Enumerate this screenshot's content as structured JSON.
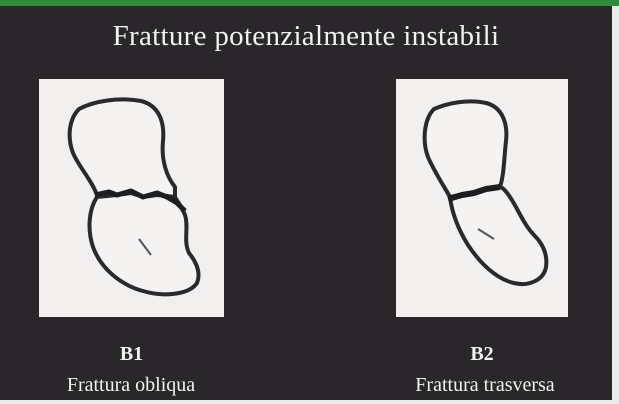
{
  "title": "Fratture potenzialmente instabili",
  "figures": [
    {
      "code": "B1",
      "description": "Frattura obliqua"
    },
    {
      "code": "B2",
      "description": "Frattura trasversa"
    }
  ],
  "colors": {
    "background": "#2a272a",
    "accent_bar": "#2f8a3a",
    "panel": "#f1f0ee",
    "outline": "#2a2a2a",
    "text": "#f2f2f2"
  }
}
